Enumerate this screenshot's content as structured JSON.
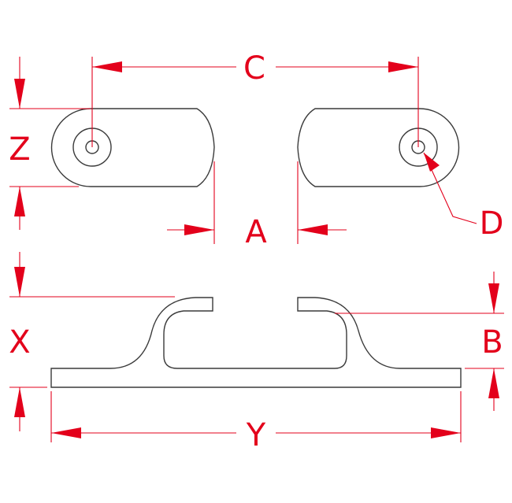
{
  "labels": {
    "c": "C",
    "z": "Z",
    "a": "A",
    "d": "D",
    "x": "X",
    "b": "B",
    "y": "Y"
  },
  "colors": {
    "dimension": "#e3001b",
    "outline": "#3a3a3a",
    "background": "#ffffff"
  }
}
